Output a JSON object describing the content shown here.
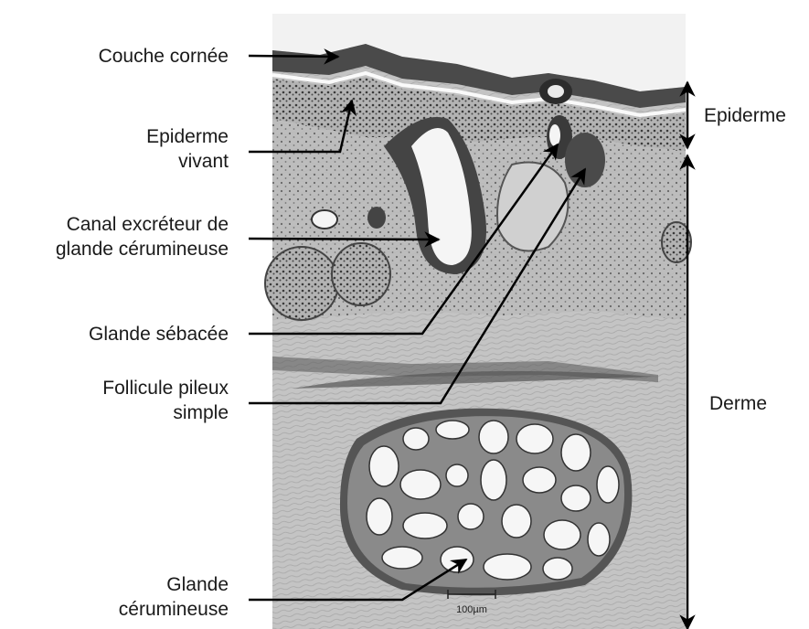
{
  "labels": {
    "couche_cornee": "Couche cornée",
    "epiderme_vivant_1": "Epiderme",
    "epiderme_vivant_2": "vivant",
    "canal_1": "Canal excréteur de",
    "canal_2": "glande cérumineuse",
    "glande_sebacee": "Glande sébacée",
    "follicule_1": "Follicule pileux",
    "follicule_2": "simple",
    "glande_cerumineuse_1": "Glande",
    "glande_cerumineuse_2": "cérumineuse"
  },
  "regions": {
    "epiderme": "Epiderme",
    "derme": "Derme"
  },
  "scale_bar": "100µm",
  "colors": {
    "arrow": "#000000",
    "tissue_background": "#c9c9c9",
    "lumen": "#f4f4f4"
  }
}
